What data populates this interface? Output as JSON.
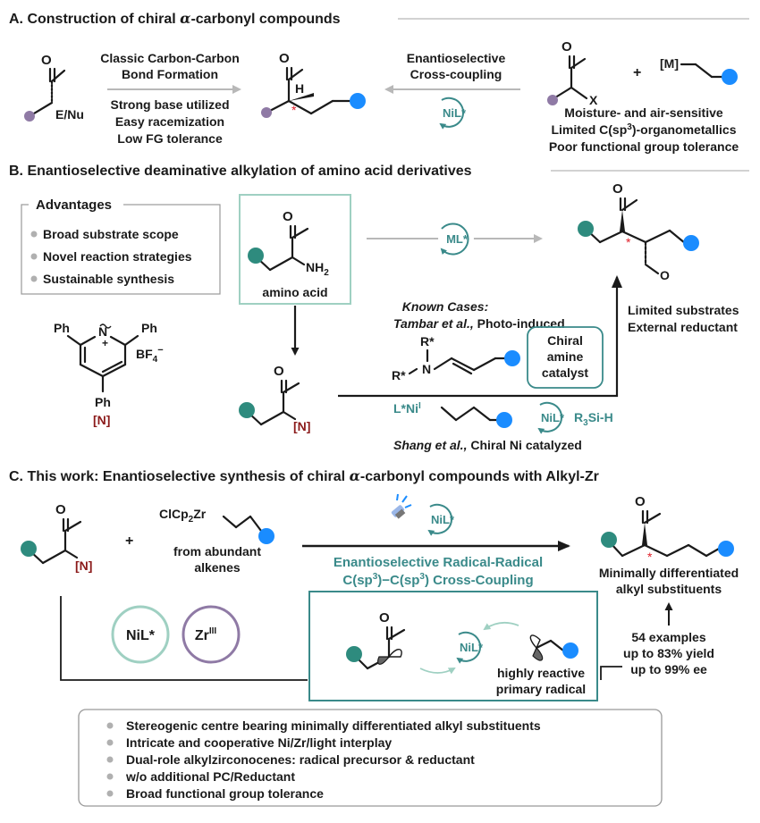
{
  "sectionA": {
    "title_prefix": "A. Construction of chiral ",
    "alpha": "α",
    "title_suffix": "-carbonyl compounds",
    "sm_enu": "E/Nu",
    "left_arrow_top1": "Classic Carbon-Carbon",
    "left_arrow_top2": "Bond Formation",
    "left_notes": [
      "Strong base utilized",
      "Easy racemization",
      "Low FG tolerance"
    ],
    "h_label": "H",
    "star": "*",
    "right_arrow_top1": "Enantioselective",
    "right_arrow_top2": "Cross-coupling",
    "catalyst": "NiL*",
    "x_label": "X",
    "plus": "+",
    "metal": "[M]",
    "right_notes_1": "Moisture- and air-sensitive",
    "right_notes_2a": "Limited C(sp",
    "right_notes_2sup": "3",
    "right_notes_2b": ")-organometallics",
    "right_notes_3": "Poor functional group tolerance"
  },
  "sectionB": {
    "title": "B. Enantioselective deaminative alkylation of amino acid derivatives",
    "advantages_title": "Advantages",
    "advantages": [
      "Broad substrate scope",
      "Novel reaction strategies",
      "Sustainable synthesis"
    ],
    "amino_acid_label": "amino acid",
    "nh2": "NH",
    "nh2_sub": "2",
    "ml_catalyst": "ML*",
    "known_cases": "Known Cases:",
    "tambar_name": "Tambar et al.,",
    "tambar_rest": " Photo-induced",
    "rstar": "R*",
    "n_atom": "N",
    "chiral_amine_1": "Chiral",
    "chiral_amine_2": "amine",
    "chiral_amine_3": "catalyst",
    "limited_substrates": "Limited substrates",
    "external_reductant": "External reductant",
    "ph": "Ph",
    "bf4": "BF",
    "bf4_sub": "4",
    "bf4_sup": "−",
    "plus_charge": "+",
    "n_bracket": "[N]",
    "l_ni": "L*Ni",
    "l_ni_sup": "I",
    "nil_catalyst": "NiL*",
    "r3sih": "R",
    "r3sih_sub": "3",
    "r3sih_rest": "Si-H",
    "shang_name": "Shang et al.,",
    "shang_rest": " Chiral Ni catalyzed",
    "o_atom": "O"
  },
  "sectionC": {
    "title_prefix": "C. This work: Enantioselective synthesis of chiral ",
    "alpha": "α",
    "title_suffix": "-carbonyl compounds with Alkyl-Zr",
    "zr_reagent_a": "ClCp",
    "zr_reagent_sub": "2",
    "zr_reagent_b": "Zr",
    "from_abundant_1": "from abundant",
    "from_abundant_2": "alkenes",
    "reaction_title_1": "Enantioselective Radical-Radical",
    "reaction_title_2a": "C(sp",
    "reaction_title_2sup1": "3",
    "reaction_title_2b": ")−C(sp",
    "reaction_title_2sup2": "3",
    "reaction_title_2c": ") Cross-Coupling",
    "catalyst": "NiL*",
    "product_note_1": "Minimally differentiated",
    "product_note_2": "alkyl substituents",
    "stats": [
      "54 examples",
      "up to 83% yield",
      "up to 99% ee"
    ],
    "nil_circle": "NiL*",
    "zr_circle": "Zr",
    "zr_circle_sup": "III",
    "highly_reactive_1": "highly reactive",
    "highly_reactive_2": "primary radical",
    "features": [
      "Stereogenic centre bearing minimally differentiated alkyl substituents",
      "Intricate and cooperative Ni/Zr/light interplay",
      "Dual-role alkylzirconocenes: radical precursor & reductant",
      "w/o additional PC/Reductant",
      "Broad functional group tolerance"
    ]
  },
  "colors": {
    "teal": "#2e8b7e",
    "blue": "#1a8cff",
    "purple": "#8f7aa5",
    "maroon": "#8b1a1a",
    "red_star": "#e0202a",
    "gray_arrow": "#b8b8b8"
  }
}
